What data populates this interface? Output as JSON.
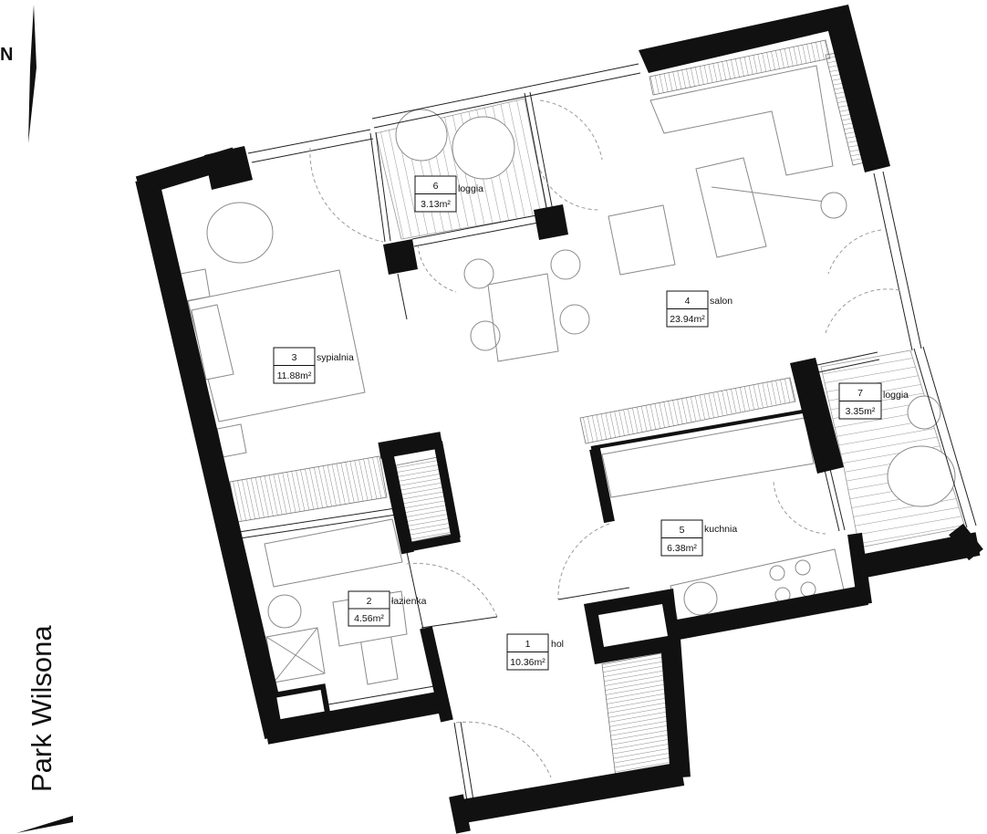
{
  "compass": {
    "label": "N"
  },
  "site": {
    "label": "Park Wilsona"
  },
  "rooms": [
    {
      "number": "1",
      "name": "hol",
      "area": "10.36m²"
    },
    {
      "number": "2",
      "name": "łazienka",
      "area": "4.56m²"
    },
    {
      "number": "3",
      "name": "sypialnia",
      "area": "11.88m²"
    },
    {
      "number": "4",
      "name": "salon",
      "area": "23.94m²"
    },
    {
      "number": "5",
      "name": "kuchnia",
      "area": "6.38m²"
    },
    {
      "number": "6",
      "name": "loggia",
      "area": "3.13m²"
    },
    {
      "number": "7",
      "name": "loggia",
      "area": "3.35m²"
    }
  ],
  "colors": {
    "wall": "#111111",
    "furniture": "#8a8a8a",
    "background": "#ffffff"
  }
}
